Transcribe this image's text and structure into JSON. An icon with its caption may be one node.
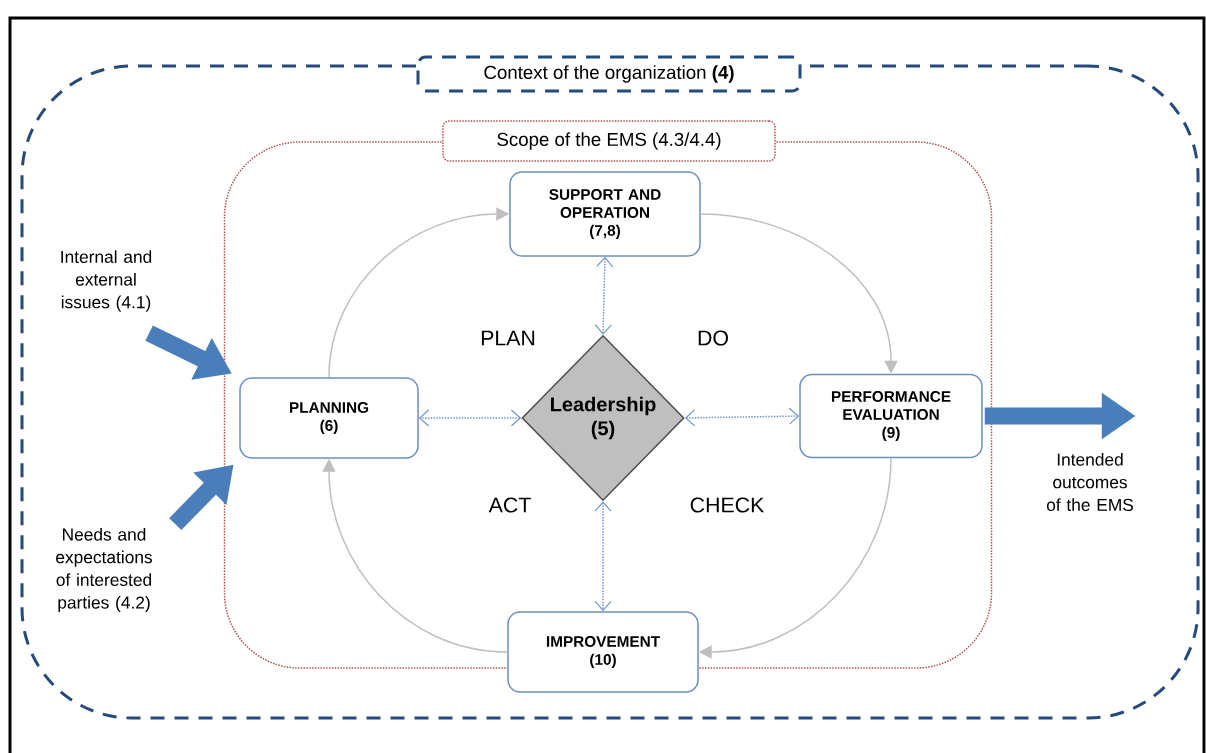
{
  "diagram": {
    "nodes": [
      {
        "text": [
          "Context of the organization **(4)**"
        ]
      },
      {
        "text": [
          "Scope of the EMS (4.3/4.4)"
        ],
        "in": 0
      },
      {
        "text": [
          "SUPPORT AND OPERATION",
          "(7,8)"
        ],
        "in": 1
      },
      {
        "text": [
          "PLANNING",
          "(6)"
        ],
        "in": 1
      },
      {
        "text": [
          "Leadership",
          "(5)"
        ],
        "in": 1
      },
      {
        "text": [
          "PERFORMANCE EVALUATION",
          "(9)"
        ],
        "in": 1
      },
      {
        "text": [
          "IMPROVEMENT",
          "(10)"
        ],
        "in": 1
      },
      {
        "text": [
          "Internal and external issues (4.1)"
        ],
        "in": 0
      },
      {
        "text": [
          "Needs and expectations of interested parties (4.2)"
        ],
        "in": 0
      },
      {
        "text": [
          "Intended outcomes of the EMS"
        ],
        "in": 0
      }
    ],
    "edges": [
      {
        "from": 3,
        "to": 2,
        "arrow": "to"
      },
      {
        "from": 2,
        "to": 5,
        "arrow": "to"
      },
      {
        "from": 5,
        "to": 6,
        "arrow": "to"
      },
      {
        "from": 6,
        "to": 3,
        "arrow": "to"
      },
      {
        "from": 4,
        "to": 2,
        "arrow": "both",
        "style": "dashed",
        "color": "#7096cc"
      },
      {
        "from": 4,
        "to": 3,
        "arrow": "both",
        "style": "dashed",
        "color": "#7096cc"
      },
      {
        "from": 4,
        "to": 5,
        "arrow": "both",
        "style": "dashed",
        "color": "#7096cc"
      },
      {
        "from": 4,
        "to": 6,
        "arrow": "both",
        "style": "dashed",
        "color": "#7096cc"
      },
      {
        "from": 7,
        "to": 3,
        "arrow": "to",
        "style": "thick",
        "color": "#4a7ebb"
      },
      {
        "from": 8,
        "to": 3,
        "arrow": "to",
        "style": "thick",
        "color": "#4a7ebb"
      },
      {
        "from": 5,
        "to": 9,
        "arrow": "to",
        "style": "thick",
        "color": "#4a7ebb"
      }
    ],
    "labels": [
      "PLAN",
      "DO",
      "ACT",
      "CHECK"
    ]
  }
}
